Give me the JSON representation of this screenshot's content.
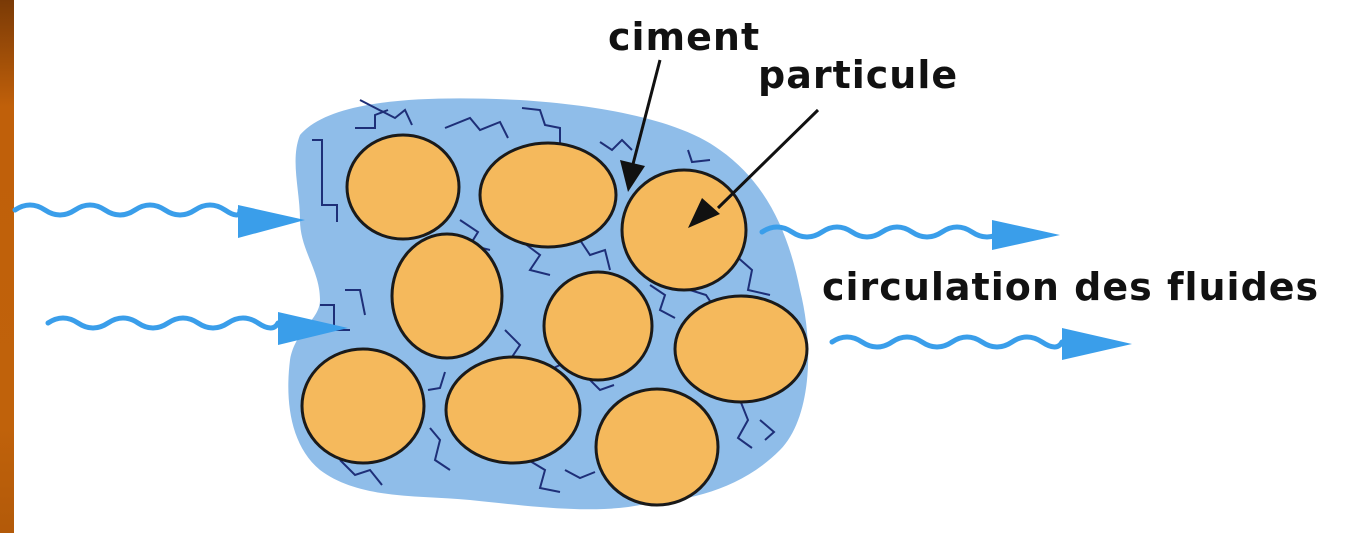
{
  "labels": {
    "ciment": "ciment",
    "particule": "particule",
    "circulation": "circulation des fluides"
  },
  "colors": {
    "cement_matrix": "#8fbde9",
    "particle_fill": "#f5b95c",
    "outline": "#1a1a1a",
    "fracture_lines": "#1e2f78",
    "fluid_arrow": "#3a9eea",
    "edge_bar": "#c0620b"
  },
  "icons": {
    "flow_arrow": "wavy-arrow-icon",
    "pointer_arrow": "pointer-arrow-icon"
  }
}
